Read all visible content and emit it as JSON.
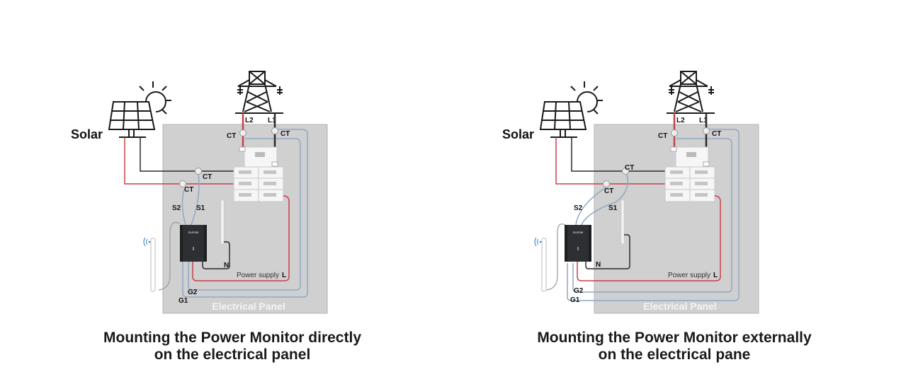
{
  "colors": {
    "panel_fill": "#d0d0d0",
    "panel_stroke": "#b5b5b5",
    "wire_red": "#c8414b",
    "wire_black": "#2b2b2b",
    "wire_blue": "#8fa8c4",
    "wire_gray": "#9a9a9a",
    "monitor": "#2e2f33",
    "wifi": "#3b7fc4",
    "text": "#1a1a1a"
  },
  "icons": {
    "solar": "solar-panel-icon",
    "sun": "sun-icon",
    "tower": "power-tower-icon",
    "ct": "current-transformer-icon",
    "monitor": "power-monitor-device",
    "antenna": "wifi-antenna-icon",
    "breaker": "breaker-box"
  },
  "diagrams": [
    {
      "id": "direct",
      "labels": {
        "solar": "Solar",
        "l1": "L1",
        "l2": "L2",
        "ct": "CT",
        "s1": "S1",
        "s2": "S2",
        "g1": "G1",
        "g2": "G2",
        "n": "N",
        "l": "L",
        "power_supply": "Power supply",
        "panel": "Electrical Panel",
        "monitor_brand": "ELECM"
      },
      "caption_line1": "Mounting the Power Monitor directly",
      "caption_line2": "on the electrical panel"
    },
    {
      "id": "external",
      "labels": {
        "solar": "Solar",
        "l1": "L1",
        "l2": "L2",
        "ct": "CT",
        "s1": "S1",
        "s2": "S2",
        "g1": "G1",
        "g2": "G2",
        "n": "N",
        "l": "L",
        "power_supply": "Power supply",
        "panel": "Electrical Panel",
        "monitor_brand": "ELECM"
      },
      "caption_line1": "Mounting the Power Monitor externally",
      "caption_line2": "on the electrical pane"
    }
  ]
}
